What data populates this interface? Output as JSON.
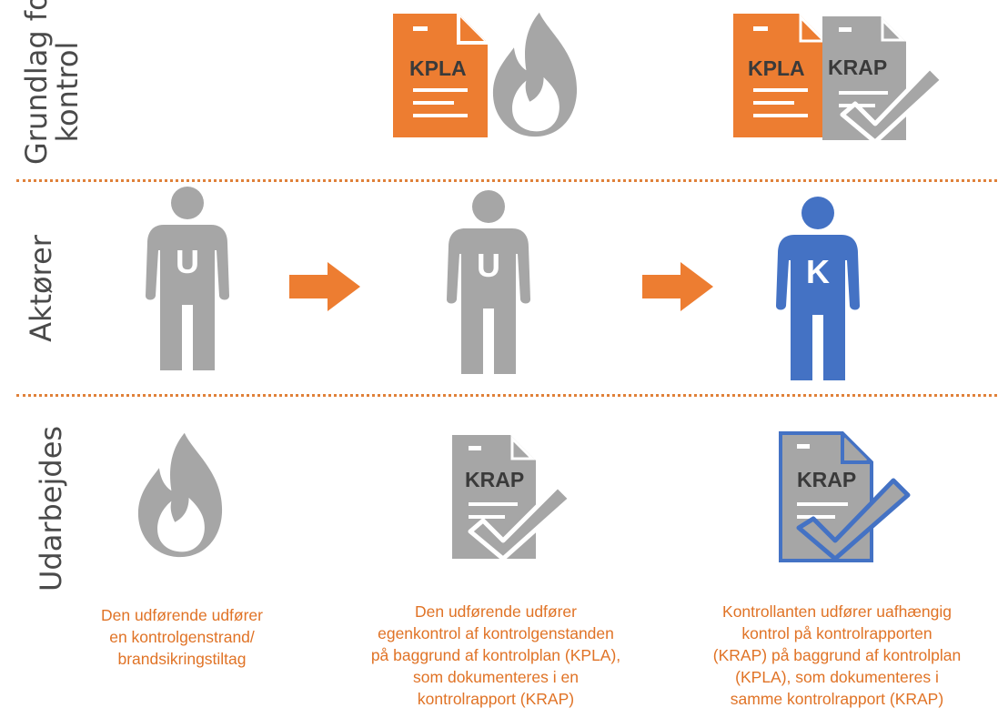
{
  "rows": {
    "grundlag": {
      "line1": "Grundlag for",
      "line2": "kontrol"
    },
    "aktorer": {
      "label": "Aktører"
    },
    "udarbejdes": {
      "label": "Udarbejdes"
    }
  },
  "documents": {
    "kpla_label": "KPLA",
    "krap_label": "KRAP"
  },
  "actors": {
    "udforende_letter": "U",
    "kontrollant_letter": "K"
  },
  "captions": {
    "col1": [
      "Den udførende udfører",
      "en kontrolgenstrand/",
      "brandsikringstiltag"
    ],
    "col2": [
      "Den udførende udfører",
      "egenkontrol af kontrolgenstanden",
      "på baggrund af kontrolplan (KPLA),",
      "som dokumenteres i en",
      "kontrolrapport (KRAP)"
    ],
    "col3": [
      "Kontrollanten udfører uafhængig",
      "kontrol på kontrolrapporten",
      "(KRAP) på baggrund af kontrolplan",
      "(KPLA), som dokumenteres i",
      "samme kontrolrapport (KRAP)"
    ]
  },
  "colors": {
    "orange": "#ED7D31",
    "gray": "#A6A6A6",
    "blue": "#4472C4",
    "caption_text": "#E07326",
    "label_text": "#4A4A4A"
  }
}
